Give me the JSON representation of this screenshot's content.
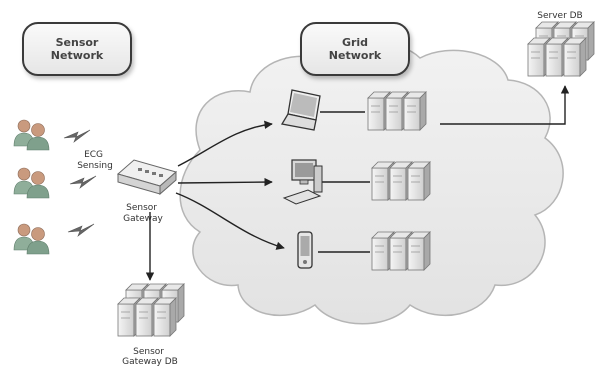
{
  "labels": {
    "sensor_network": [
      "Sensor",
      "Network"
    ],
    "grid_network": [
      "Grid",
      "Network"
    ],
    "server_db": "Server DB",
    "ecg_sensing": [
      "ECG",
      "Sensing"
    ],
    "sensor_gateway": [
      "Sensor",
      "Gateway"
    ],
    "sensor_gateway_db": [
      "Sensor",
      "Gateway DB"
    ]
  },
  "icons": {
    "person": "person-group-icon",
    "signal": "lightning-signal-icon",
    "gateway": "network-switch-icon",
    "laptop": "laptop-icon",
    "desktop": "desktop-computer-icon",
    "mobile": "mobile-phone-icon",
    "server": "server-cluster-icon",
    "cloud": "cloud-icon"
  },
  "colors": {
    "cloud_fill": "#e9e9e9",
    "cloud_stroke": "#b5b5b5",
    "line": "#222222",
    "person_body": "#7fa08c",
    "person_head": "#c99a7e"
  }
}
